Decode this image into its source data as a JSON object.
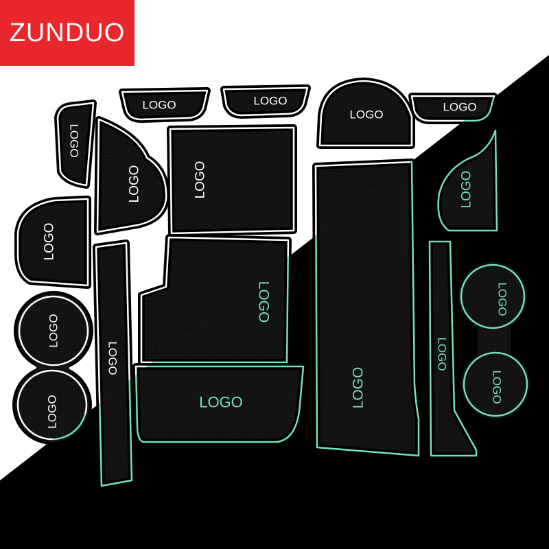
{
  "brand": {
    "name": "ZUNDUO",
    "bg_color": "#e8262b",
    "text_color": "#ffffff"
  },
  "colors": {
    "mat_fill": "#121212",
    "mat_edge": "#000000",
    "day_trim": "#ffffff",
    "glow_trim": "#72e3b8",
    "night_bg": "#000000",
    "day_bg": "#ffffff"
  },
  "logo_text": "LOGO",
  "pieces": [
    {
      "id": "small-tray-left",
      "label": "LOGO"
    },
    {
      "id": "small-tray-middle",
      "label": "LOGO"
    },
    {
      "id": "arch-tray",
      "label": "LOGO"
    },
    {
      "id": "small-tray-right",
      "label": "LOGO"
    },
    {
      "id": "narrow-pad-left",
      "label": "LOGO"
    },
    {
      "id": "fan-pad",
      "label": "LOGO"
    },
    {
      "id": "square-pad",
      "label": "LOGO"
    },
    {
      "id": "tall-pad-right",
      "label": "LOGO"
    },
    {
      "id": "fan-pad-glow",
      "label": "LOGO"
    },
    {
      "id": "dome-pad",
      "label": "LOGO"
    },
    {
      "id": "long-strip",
      "label": "LOGO"
    },
    {
      "id": "notched-pad",
      "label": "LOGO"
    },
    {
      "id": "cup-holder-left",
      "label": "LOGO",
      "label_bottom": "LOGO"
    },
    {
      "id": "strip-glow",
      "label": "LOGO"
    },
    {
      "id": "cup-holder-right",
      "label": "LOGO",
      "label_bottom": "LOGO"
    },
    {
      "id": "wide-pad",
      "label": "LOGO"
    }
  ]
}
